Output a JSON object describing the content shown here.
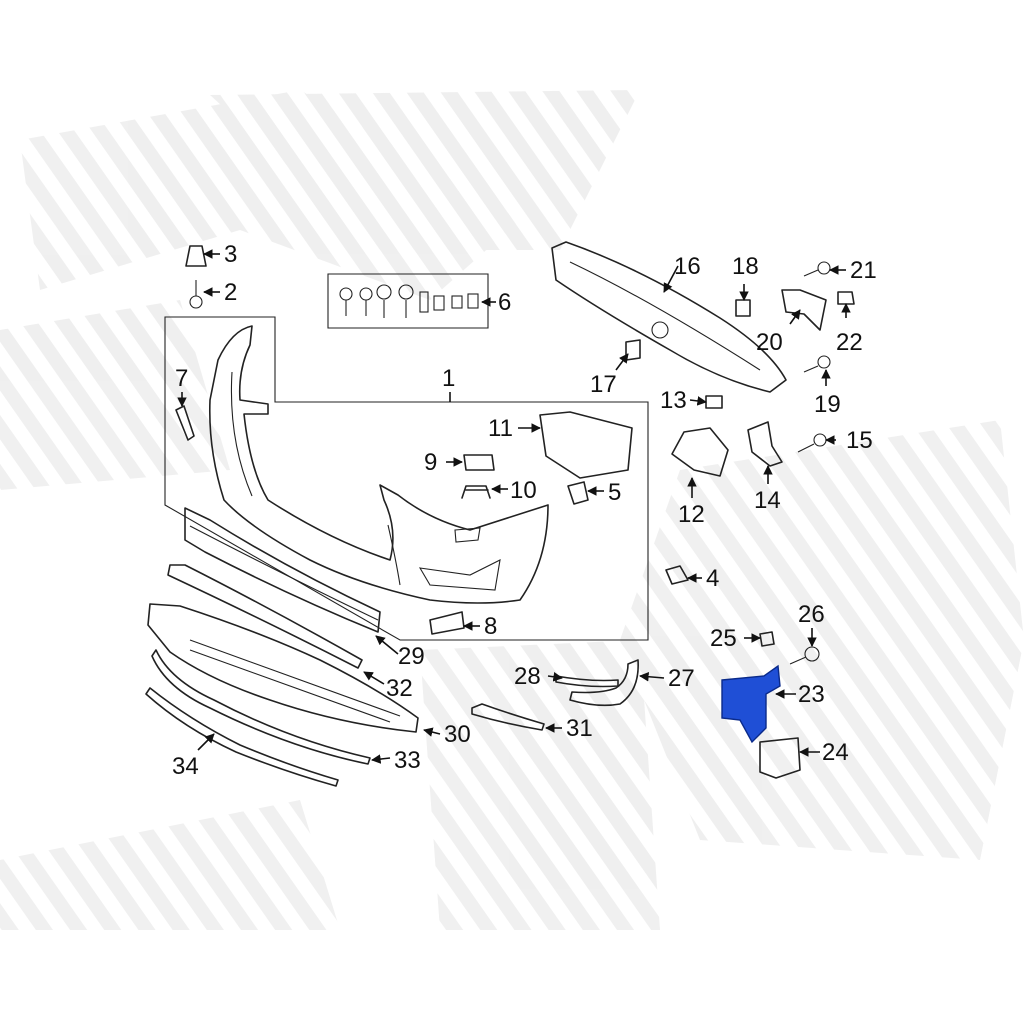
{
  "diagram": {
    "callouts": [
      {
        "id": "1",
        "label": "1"
      },
      {
        "id": "2",
        "label": "2"
      },
      {
        "id": "3",
        "label": "3"
      },
      {
        "id": "4",
        "label": "4"
      },
      {
        "id": "5",
        "label": "5"
      },
      {
        "id": "6",
        "label": "6"
      },
      {
        "id": "7",
        "label": "7"
      },
      {
        "id": "8",
        "label": "8"
      },
      {
        "id": "9",
        "label": "9"
      },
      {
        "id": "10",
        "label": "10"
      },
      {
        "id": "11",
        "label": "11"
      },
      {
        "id": "12",
        "label": "12"
      },
      {
        "id": "13",
        "label": "13"
      },
      {
        "id": "14",
        "label": "14"
      },
      {
        "id": "15",
        "label": "15"
      },
      {
        "id": "16",
        "label": "16"
      },
      {
        "id": "17",
        "label": "17"
      },
      {
        "id": "18",
        "label": "18"
      },
      {
        "id": "19",
        "label": "19"
      },
      {
        "id": "20",
        "label": "20"
      },
      {
        "id": "21",
        "label": "21"
      },
      {
        "id": "22",
        "label": "22"
      },
      {
        "id": "23",
        "label": "23"
      },
      {
        "id": "24",
        "label": "24"
      },
      {
        "id": "25",
        "label": "25"
      },
      {
        "id": "26",
        "label": "26"
      },
      {
        "id": "27",
        "label": "27"
      },
      {
        "id": "28",
        "label": "28"
      },
      {
        "id": "29",
        "label": "29"
      },
      {
        "id": "30",
        "label": "30"
      },
      {
        "id": "31",
        "label": "31"
      },
      {
        "id": "32",
        "label": "32"
      },
      {
        "id": "33",
        "label": "33"
      },
      {
        "id": "34",
        "label": "34"
      }
    ],
    "highlighted_part": "23",
    "colors": {
      "line": "#222222",
      "highlight": "#1f4fd6",
      "watermark": "#ececec",
      "background": "#ffffff"
    }
  }
}
